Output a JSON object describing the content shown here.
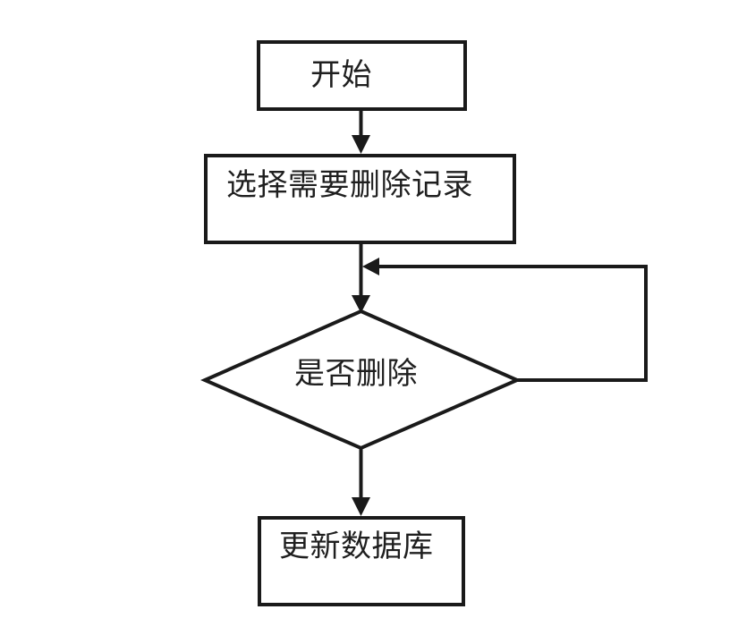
{
  "page": {
    "background": "#ffffff",
    "line_color": "#1a1a1a",
    "text_color": "#1f1f1f"
  },
  "flowchart": {
    "title": "delete-record-flow",
    "nodes": [
      {
        "id": "start",
        "type": "process",
        "label": "开始"
      },
      {
        "id": "select-records",
        "type": "process",
        "label": "选择需要删除记录"
      },
      {
        "id": "confirm-delete",
        "type": "decision",
        "label": "是否删除"
      },
      {
        "id": "update-database",
        "type": "process",
        "label": "更新数据库"
      }
    ],
    "edges": [
      {
        "from": "start",
        "to": "select-records"
      },
      {
        "from": "select-records",
        "to": "confirm-delete"
      },
      {
        "from": "confirm-delete",
        "to": "confirm-delete-entry",
        "note": "loop-back"
      },
      {
        "from": "confirm-delete",
        "to": "update-database"
      }
    ]
  }
}
